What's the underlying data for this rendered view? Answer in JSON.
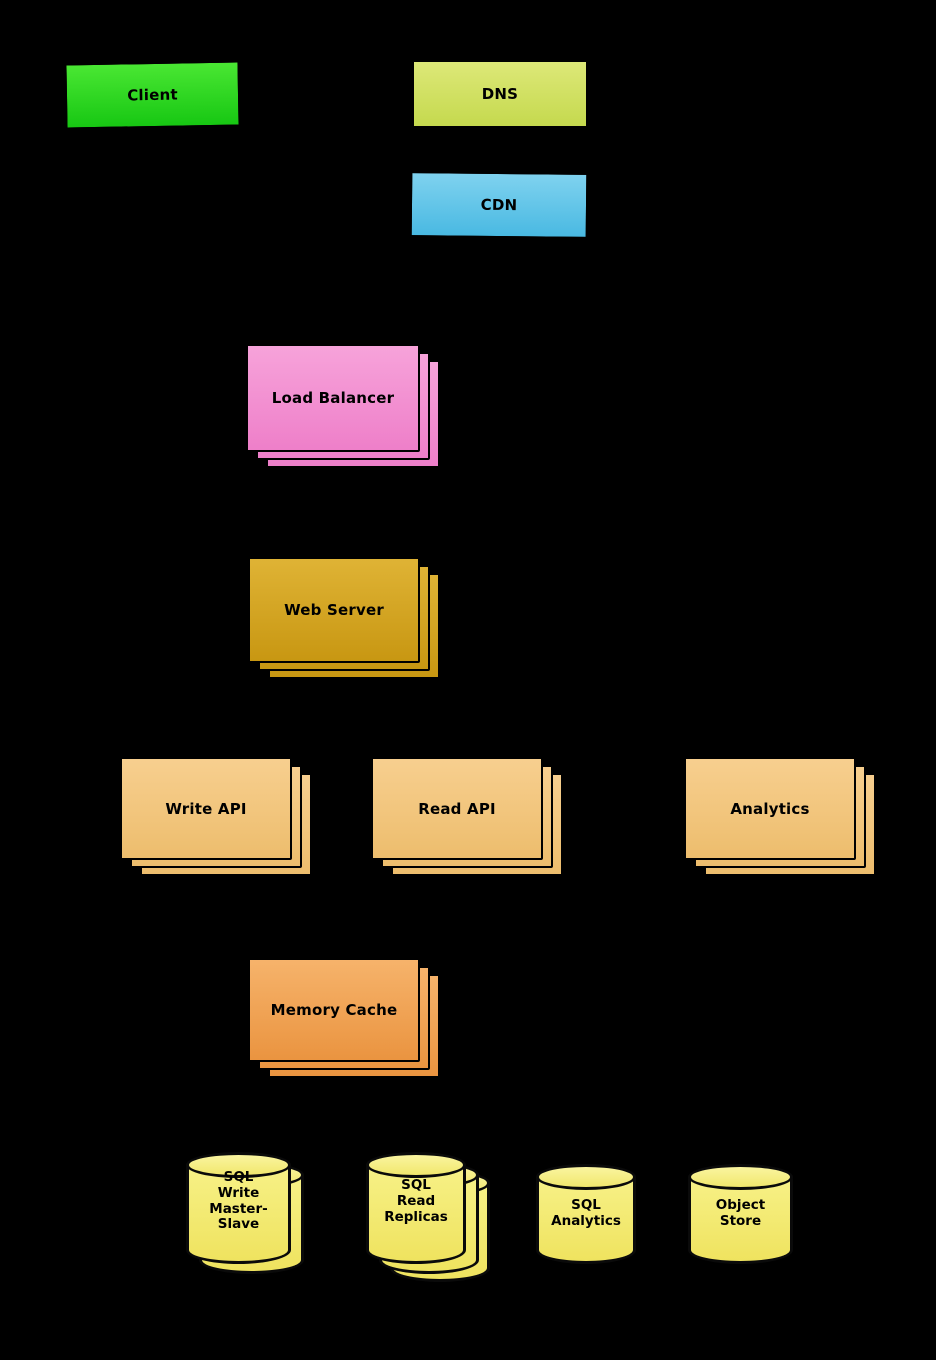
{
  "diagram": {
    "background_color": "#000000",
    "nodes": {
      "client": {
        "label": "Client",
        "shape": "box",
        "color": "#2fd52f"
      },
      "dns": {
        "label": "DNS",
        "shape": "box",
        "color": "#cfe063"
      },
      "cdn": {
        "label": "CDN",
        "shape": "box",
        "color": "#62c4e8"
      },
      "load_balancer": {
        "label": "Load Balancer",
        "shape": "stacked-box",
        "color": "#f191d5"
      },
      "web_server": {
        "label": "Web Server",
        "shape": "stacked-box",
        "color": "#d3a31d"
      },
      "write_api": {
        "label": "Write API",
        "shape": "stacked-box",
        "color": "#f3c679"
      },
      "read_api": {
        "label": "Read API",
        "shape": "stacked-box",
        "color": "#f3c679"
      },
      "analytics": {
        "label": "Analytics",
        "shape": "stacked-box",
        "color": "#f3c679"
      },
      "memory_cache": {
        "label": "Memory Cache",
        "shape": "stacked-box",
        "color": "#efa055"
      },
      "sql_write_master_slave": {
        "label": "SQL Write Master-Slave",
        "back_label": "Slave",
        "shape": "stacked-cylinder",
        "color": "#f3ec6f"
      },
      "sql_read_replicas": {
        "label": "SQL Read Replicas",
        "shape": "stacked-cylinder",
        "color": "#f3ec6f"
      },
      "sql_analytics": {
        "label": "SQL Analytics",
        "shape": "cylinder",
        "color": "#f3ec6f"
      },
      "object_store": {
        "label": "Object Store",
        "shape": "cylinder",
        "color": "#f3ec6f"
      }
    },
    "edges": [
      {
        "from": "client",
        "to": "dns"
      },
      {
        "from": "client",
        "to": "cdn"
      },
      {
        "from": "client",
        "to": "load_balancer"
      },
      {
        "from": "load_balancer",
        "to": "web_server"
      },
      {
        "from": "web_server",
        "to": "write_api"
      },
      {
        "from": "web_server",
        "to": "read_api"
      },
      {
        "from": "write_api",
        "to": "sql_write_master_slave"
      },
      {
        "from": "read_api",
        "to": "memory_cache"
      },
      {
        "from": "memory_cache",
        "to": "sql_read_replicas"
      },
      {
        "from": "analytics",
        "to": "sql_analytics"
      },
      {
        "from": "analytics",
        "to": "object_store"
      }
    ]
  }
}
